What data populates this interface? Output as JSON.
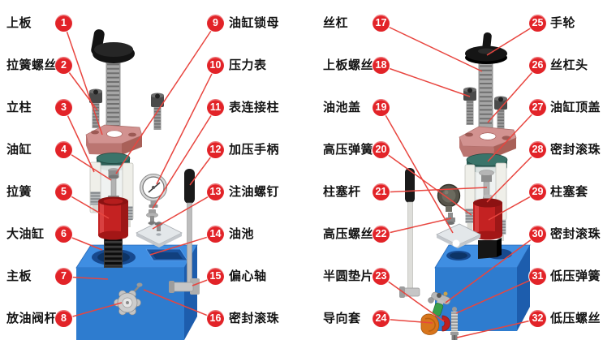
{
  "figure": {
    "description_parts_left_view": "exploded hydraulic press - front view",
    "description_parts_right_view": "exploded hydraulic press - rear view"
  },
  "colors": {
    "badge_red": "#e22328",
    "leader_line_red": "#e8453f",
    "base_blue": "#2e7ccf",
    "cylinder_red": "#c42222",
    "plate_pink": "#d29290",
    "cap_teal": "#2c5f57",
    "guide_sleeve_orange": "#d8751c",
    "spring_black": "#1a1a1a"
  },
  "parts": [
    {
      "num": "1",
      "name": "上板"
    },
    {
      "num": "2",
      "name": "拉簧螺丝"
    },
    {
      "num": "3",
      "name": "立柱"
    },
    {
      "num": "4",
      "name": "油缸"
    },
    {
      "num": "5",
      "name": "拉簧"
    },
    {
      "num": "6",
      "name": "大油缸"
    },
    {
      "num": "7",
      "name": "主板"
    },
    {
      "num": "8",
      "name": "放油阀杆"
    },
    {
      "num": "9",
      "name": "油缸锁母"
    },
    {
      "num": "10",
      "name": "压力表"
    },
    {
      "num": "11",
      "name": "表连接柱"
    },
    {
      "num": "12",
      "name": "加压手柄"
    },
    {
      "num": "13",
      "name": "注油螺钉"
    },
    {
      "num": "14",
      "name": "油池"
    },
    {
      "num": "15",
      "name": "偏心轴"
    },
    {
      "num": "16",
      "name": "密封滚珠"
    },
    {
      "num": "17",
      "name": "丝杠"
    },
    {
      "num": "18",
      "name": "上板螺丝"
    },
    {
      "num": "19",
      "name": "油池盖"
    },
    {
      "num": "20",
      "name": "高压弹簧"
    },
    {
      "num": "21",
      "name": "柱塞杆"
    },
    {
      "num": "22",
      "name": "高压螺丝"
    },
    {
      "num": "23",
      "name": "半圆垫片"
    },
    {
      "num": "24",
      "name": "导向套"
    },
    {
      "num": "25",
      "name": "手轮"
    },
    {
      "num": "26",
      "name": "丝杠头"
    },
    {
      "num": "27",
      "name": "油缸顶盖"
    },
    {
      "num": "28",
      "name": "密封滚珠"
    },
    {
      "num": "29",
      "name": "柱塞套"
    },
    {
      "num": "30",
      "name": "密封滚珠"
    },
    {
      "num": "31",
      "name": "低压弹簧"
    },
    {
      "num": "32",
      "name": "低压螺丝"
    }
  ]
}
